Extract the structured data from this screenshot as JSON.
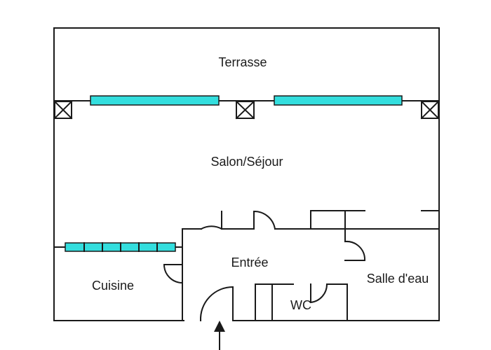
{
  "rooms": {
    "terrace": "Terrasse",
    "living": "Salon/Séjour",
    "entrance": "Entrée",
    "kitchen": "Cuisine",
    "shower_room": "Salle d'eau",
    "wc": "WC"
  },
  "colors": {
    "wall": "#1a1a1a",
    "window_glass": "#33dede",
    "background": "#ffffff"
  },
  "icons": {
    "entrance_marker": "arrow-up-icon",
    "column": "crossed-box-icon"
  }
}
